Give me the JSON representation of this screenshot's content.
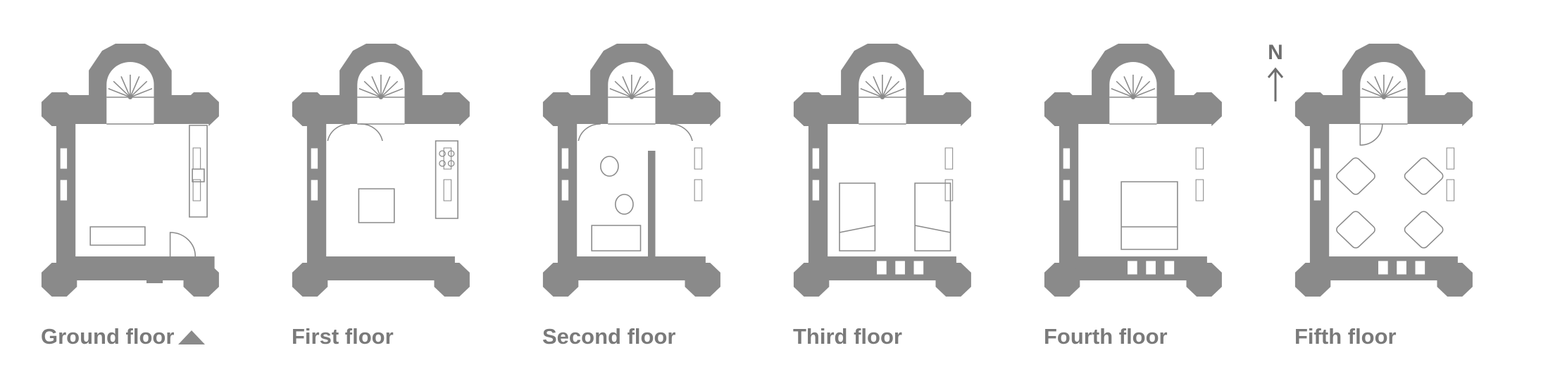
{
  "floors": [
    {
      "label": "Ground floor",
      "furniture": "kitchen-ground"
    },
    {
      "label": "First floor",
      "furniture": "kitchen-dining"
    },
    {
      "label": "Second floor",
      "furniture": "bathroom"
    },
    {
      "label": "Third floor",
      "furniture": "twin-bedroom"
    },
    {
      "label": "Fourth floor",
      "furniture": "double-bedroom"
    },
    {
      "label": "Fifth floor",
      "furniture": "sitting-room"
    }
  ],
  "compass": {
    "letter": "N",
    "icon": "north-arrow-icon"
  },
  "entrance": {
    "icon": "entrance-triangle-icon"
  },
  "colors": {
    "wall": "#8a8a8a",
    "line": "#8a8a8a",
    "label": "#7a7a7a",
    "background": "#ffffff"
  }
}
